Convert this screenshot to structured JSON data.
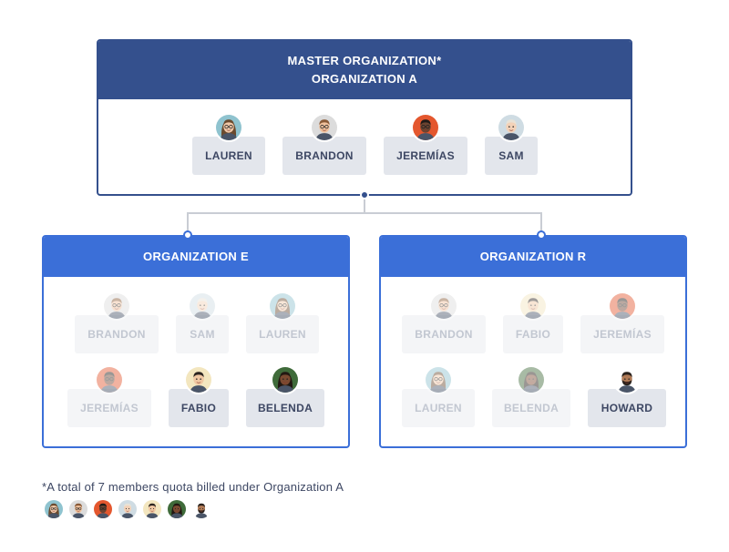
{
  "master": {
    "title_line1": "MASTER ORGANIZATION*",
    "title_line2": "ORGANIZATION A",
    "members": [
      {
        "name": "LAUREN",
        "avatar": "lauren-avatar",
        "color": "#7fb8c9",
        "state": "active"
      },
      {
        "name": "BRANDON",
        "avatar": "brandon-avatar",
        "color": "#d9d9d9",
        "state": "active"
      },
      {
        "name": "JEREMÍAS",
        "avatar": "jeremias-avatar",
        "color": "#e45b2b",
        "state": "active"
      },
      {
        "name": "SAM",
        "avatar": "sam-avatar",
        "color": "#c9d8e0",
        "state": "active"
      }
    ]
  },
  "org_e": {
    "title": "ORGANIZATION E",
    "members": [
      {
        "name": "BRANDON",
        "avatar": "brandon-avatar",
        "state": "inherited"
      },
      {
        "name": "SAM",
        "avatar": "sam-avatar",
        "state": "inherited"
      },
      {
        "name": "LAUREN",
        "avatar": "lauren-avatar",
        "state": "inherited"
      },
      {
        "name": "JEREMÍAS",
        "avatar": "jeremias-avatar",
        "state": "inherited"
      },
      {
        "name": "FABIO",
        "avatar": "fabio-avatar",
        "state": "active"
      },
      {
        "name": "BELENDA",
        "avatar": "belenda-avatar",
        "state": "active"
      }
    ]
  },
  "org_r": {
    "title": "ORGANIZATION R",
    "members": [
      {
        "name": "BRANDON",
        "avatar": "brandon-avatar",
        "state": "inherited"
      },
      {
        "name": "FABIO",
        "avatar": "fabio-avatar",
        "state": "inherited"
      },
      {
        "name": "JEREMÍAS",
        "avatar": "jeremias-avatar",
        "state": "inherited"
      },
      {
        "name": "LAUREN",
        "avatar": "lauren-avatar",
        "state": "inherited"
      },
      {
        "name": "BELENDA",
        "avatar": "belenda-avatar",
        "state": "inherited"
      },
      {
        "name": "HOWARD",
        "avatar": "howard-avatar",
        "state": "active"
      }
    ]
  },
  "footnote": "*A total of 7 members quota billed under Organization A",
  "billed_avatars": [
    "lauren-avatar",
    "brandon-avatar",
    "jeremias-avatar",
    "sam-avatar",
    "fabio-avatar",
    "belenda-avatar",
    "howard-avatar"
  ],
  "colors": {
    "master_header": "#34508d",
    "child_header": "#3b6fd8",
    "card_active": "#e3e6ec",
    "card_inherited": "#f4f5f7",
    "text_active": "#3d4763",
    "text_inherited": "#c2c7d1",
    "connector": "#c9cdd4"
  }
}
